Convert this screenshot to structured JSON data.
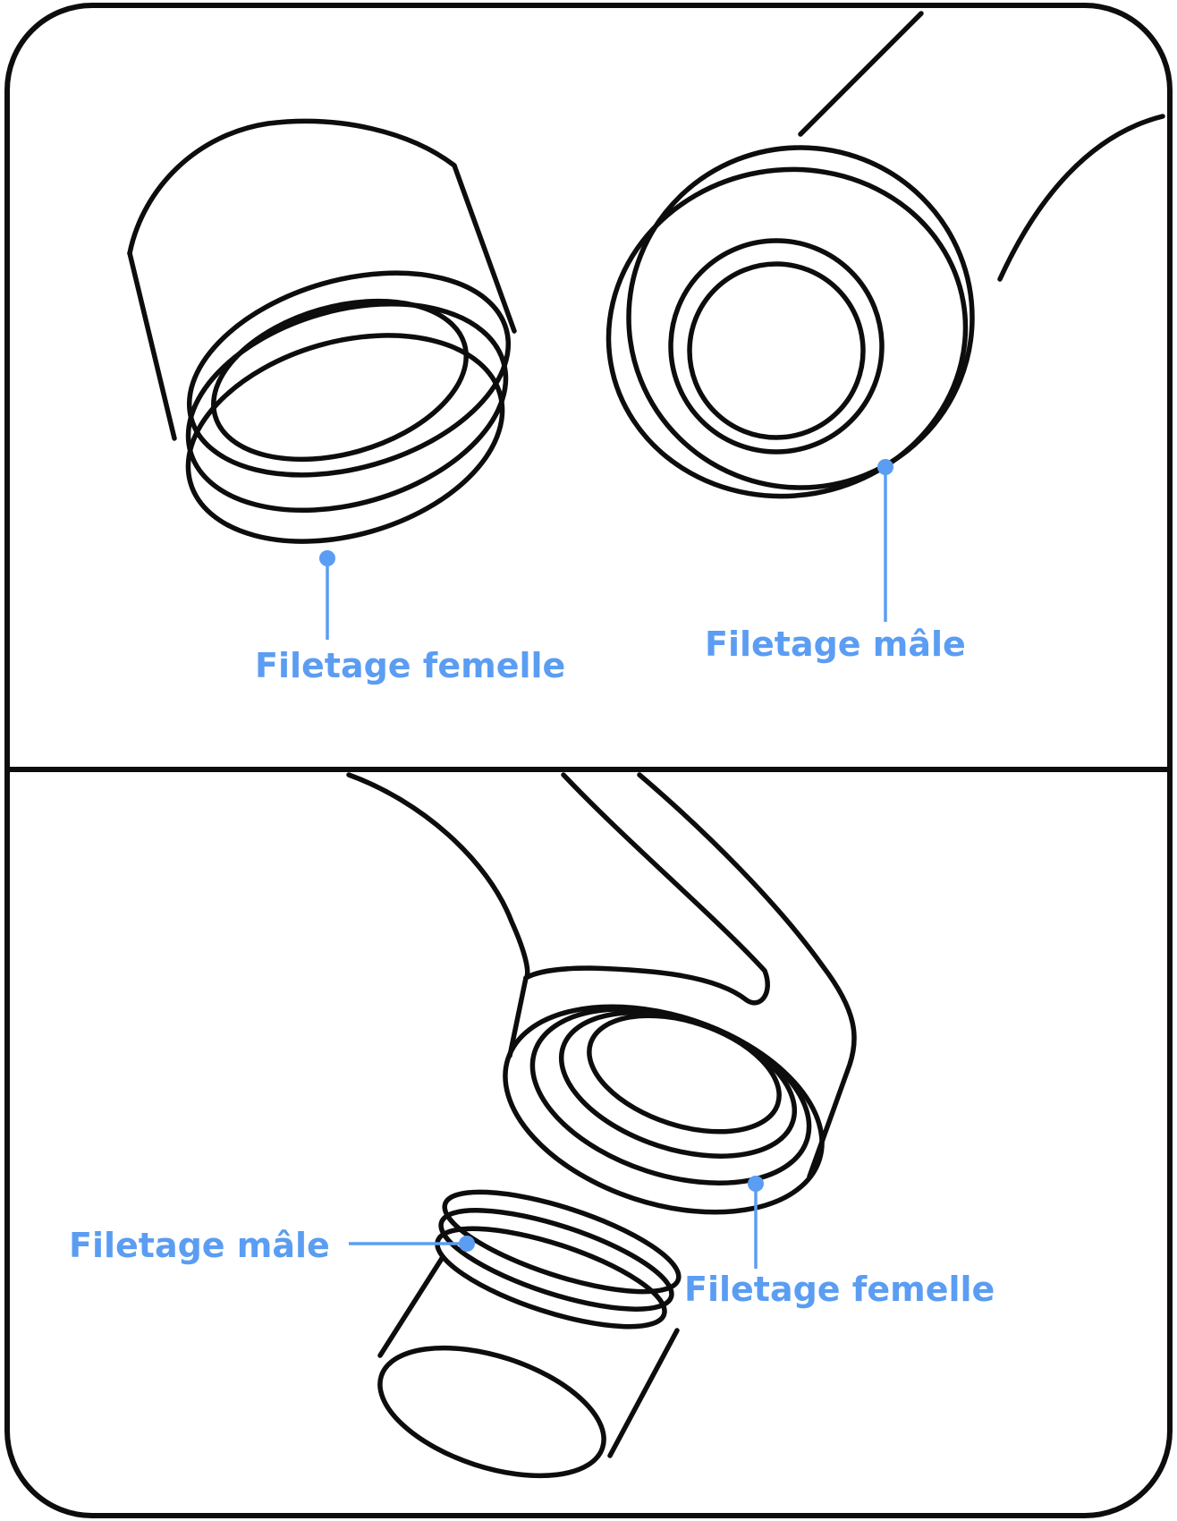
{
  "top_panel": {
    "female_label": "Filetage femelle",
    "male_label": "Filetage mâle"
  },
  "bottom_panel": {
    "male_label": "Filetage mâle",
    "female_label": "Filetage femelle"
  },
  "colors": {
    "line": "#0d0d0d",
    "accent": "#5b9df2",
    "background": "#ffffff"
  }
}
